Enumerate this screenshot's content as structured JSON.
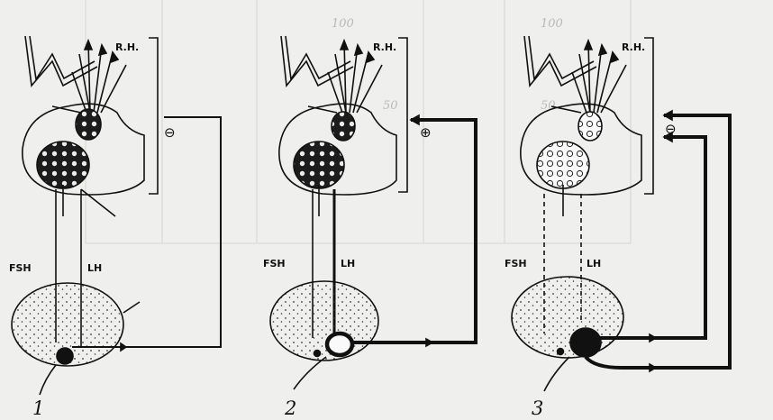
{
  "panels": [
    {
      "number": "1",
      "rh_label": "R.H.",
      "feedback_sign": "⊖",
      "fsh_label": "FSH",
      "lh_label": "LH"
    },
    {
      "number": "2",
      "rh_label": "R.H.",
      "feedback_sign": "⊕",
      "fsh_label": "FSH",
      "lh_label": "LH"
    },
    {
      "number": "3",
      "rh_label": "R.H.",
      "feedback_sign": "⊖",
      "fsh_label": "FSH",
      "lh_label": "LH"
    }
  ],
  "background_show_through": [
    "100",
    "100",
    "50",
    "50"
  ]
}
